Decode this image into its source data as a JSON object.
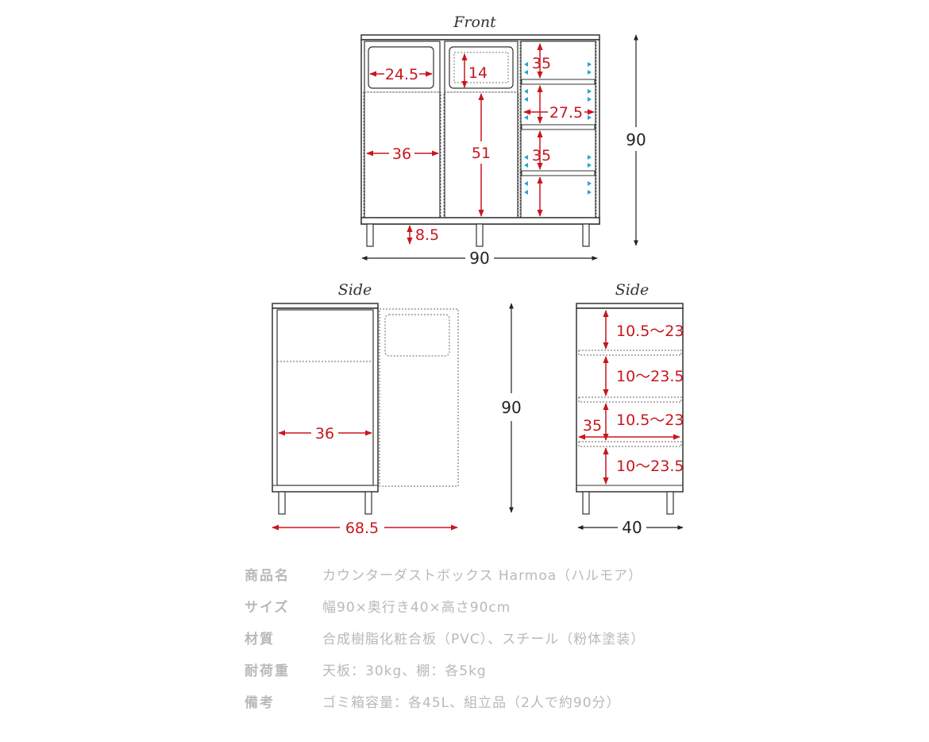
{
  "views": {
    "front_title": "Front",
    "side_left_title": "Side",
    "side_right_title": "Side"
  },
  "front": {
    "dim_top_left_width": "24.5",
    "dim_top_mid_height": "14",
    "dim_shelf_top": "35",
    "dim_shelf_width": "27.5",
    "dim_left_width": "36",
    "dim_mid_height": "51",
    "dim_shelf_lower": "35",
    "dim_leg_height": "8.5",
    "dim_total_height": "90",
    "dim_total_width": "90"
  },
  "side_left": {
    "dim_inner_depth": "36",
    "dim_open_depth": "68.5",
    "dim_height": "90"
  },
  "side_right": {
    "dim_shelf_1": "10.5～23",
    "dim_shelf_2": "10～23.5",
    "dim_shelf_3": "10.5～23",
    "dim_shelf_4": "10～23.5",
    "dim_shelf_depth": "35",
    "dim_depth": "40"
  },
  "specs": [
    {
      "label": "商品名",
      "value": "カウンターダストボックス Harmoa（ハルモア）"
    },
    {
      "label": "サイズ",
      "value": "幅90×奥行き40×高さ90cm"
    },
    {
      "label": "材質",
      "value": "合成樹脂化粧合板（PVC）、スチール（粉体塗装）"
    },
    {
      "label": "耐荷重",
      "value": "天板：30kg、棚：各5kg"
    },
    {
      "label": "備考",
      "value": "ゴミ箱容量：各45L、組立品（2人で約90分）"
    }
  ],
  "colors": {
    "line": "#333333",
    "dimension_red": "#c8161d",
    "arrow_blue": "#2aa0d8",
    "spec_text": "#b9b9b9"
  }
}
